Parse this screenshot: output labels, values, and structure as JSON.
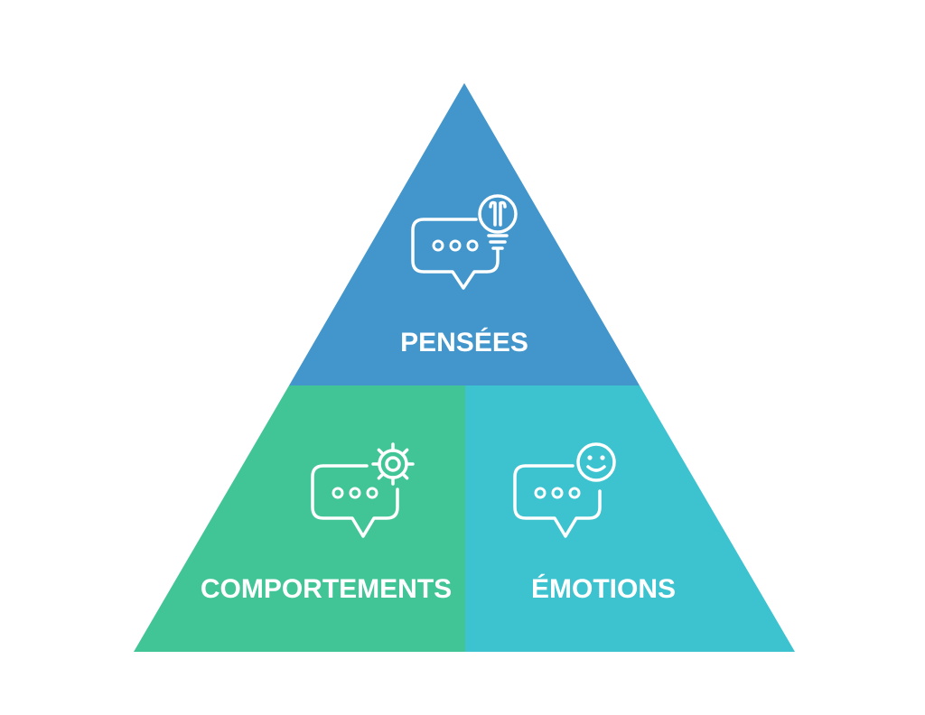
{
  "colors": {
    "top": "#4296cb",
    "bottom_left": "#41c596",
    "bottom_right": "#3cc3cf",
    "text": "#ffffff"
  },
  "segments": [
    {
      "id": "top",
      "label": "PENSÉES",
      "icon": "chat-bubble-lightbulb-icon"
    },
    {
      "id": "bottom_left",
      "label": "COMPORTEMENTS",
      "icon": "chat-bubble-gear-icon"
    },
    {
      "id": "bottom_right",
      "label": "ÉMOTIONS",
      "icon": "chat-bubble-smiley-icon"
    }
  ]
}
